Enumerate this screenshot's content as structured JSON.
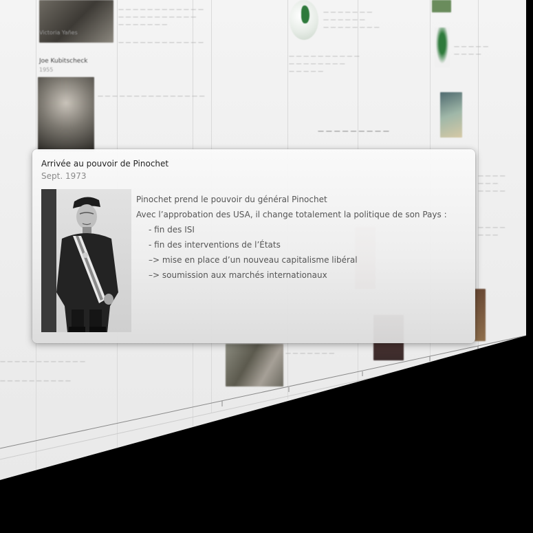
{
  "popup": {
    "title": "Arrivée au pouvoir de Pinochet",
    "date": "Sept. 1973",
    "photo_alt": "Portrait en noir et blanc de Pinochet en uniforme",
    "body": {
      "line1": "Pinochet prend le pouvoir du général Pinochet",
      "line2": "Avec l’approbation des USA, il change totalement la politique de son Pays :",
      "items": [
        "- fin des ISI",
        "- fin des interventions de l’États",
        "–> mise en place d’un nouveau capitalisme libéral",
        "–> soumission aux marchés internationaux"
      ]
    }
  },
  "background": {
    "entries": {
      "e1_title": "Joe Kubitscheck",
      "e1_year": "1955",
      "e2_name": "Victoria Yañes"
    }
  },
  "colors": {
    "popup_bg": "#f4f4f4",
    "title": "#222222",
    "date": "#8a8a8a",
    "body_text": "#555555",
    "page_bg": "#f0f0f0",
    "outside": "#000000"
  }
}
